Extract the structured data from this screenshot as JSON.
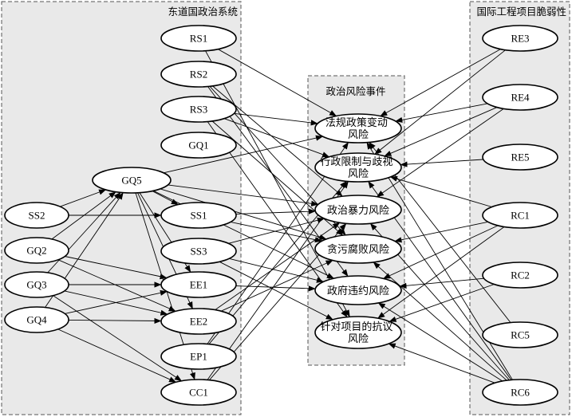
{
  "panels": {
    "left_title": "东道国政治系统",
    "middle_title": "政治风险事件",
    "right_title": "国际工程项目脆弱性"
  },
  "nodes": {
    "RS1": "RS1",
    "RS2": "RS2",
    "RS3": "RS3",
    "GQ1": "GQ1",
    "GQ5": "GQ5",
    "SS1": "SS1",
    "SS3": "SS3",
    "EE1": "EE1",
    "EE2": "EE2",
    "EP1": "EP1",
    "CC1": "CC1",
    "SS2": "SS2",
    "GQ2": "GQ2",
    "GQ3": "GQ3",
    "GQ4": "GQ4",
    "RE3": "RE3",
    "RE4": "RE4",
    "RE5": "RE5",
    "RC1": "RC1",
    "RC2": "RC2",
    "RC5": "RC5",
    "RC6": "RC6"
  },
  "risks": {
    "r1": [
      "法规政策变动",
      "风险"
    ],
    "r2": [
      "行政限制与歧视",
      "风险"
    ],
    "r3": [
      "政治暴力风险"
    ],
    "r4": [
      "贪污腐败风险"
    ],
    "r5": [
      "政府违约风险"
    ],
    "r6": [
      "针对项目的抗议",
      "风险"
    ]
  },
  "edges": [
    [
      "RS1",
      "r1"
    ],
    [
      "RS1",
      "r6"
    ],
    [
      "RS2",
      "r3"
    ],
    [
      "RS2",
      "r4"
    ],
    [
      "RS2",
      "r5"
    ],
    [
      "RS3",
      "r1"
    ],
    [
      "RS3",
      "r2"
    ],
    [
      "RS3",
      "r4"
    ],
    [
      "RS3",
      "r6"
    ],
    [
      "GQ5",
      "r1"
    ],
    [
      "GQ5",
      "r3"
    ],
    [
      "GQ5",
      "r4"
    ],
    [
      "GQ5",
      "r5"
    ],
    [
      "GQ5",
      "SS1"
    ],
    [
      "GQ5",
      "EE1"
    ],
    [
      "GQ5",
      "EE2"
    ],
    [
      "GQ5",
      "CC1"
    ],
    [
      "SS2",
      "SS1"
    ],
    [
      "SS2",
      "GQ5"
    ],
    [
      "GQ2",
      "GQ5"
    ],
    [
      "GQ2",
      "EE1"
    ],
    [
      "GQ2",
      "EE2"
    ],
    [
      "GQ3",
      "GQ5"
    ],
    [
      "GQ3",
      "EE1"
    ],
    [
      "GQ3",
      "EE2"
    ],
    [
      "GQ3",
      "CC1"
    ],
    [
      "GQ4",
      "GQ5"
    ],
    [
      "GQ4",
      "EE1"
    ],
    [
      "GQ4",
      "EE2"
    ],
    [
      "GQ4",
      "CC1"
    ],
    [
      "SS1",
      "r3"
    ],
    [
      "SS1",
      "r4"
    ],
    [
      "SS3",
      "r3"
    ],
    [
      "SS3",
      "r5"
    ],
    [
      "SS3",
      "r6"
    ],
    [
      "EE1",
      "r5"
    ],
    [
      "EE2",
      "r3"
    ],
    [
      "EE2",
      "r4"
    ],
    [
      "EP1",
      "r1"
    ],
    [
      "EP1",
      "r2"
    ],
    [
      "CC1",
      "r2"
    ],
    [
      "CC1",
      "r3"
    ],
    [
      "RE3",
      "r1"
    ],
    [
      "RE3",
      "r2"
    ],
    [
      "RE4",
      "r1"
    ],
    [
      "RE4",
      "r2"
    ],
    [
      "RE4",
      "r3"
    ],
    [
      "RE5",
      "r2"
    ],
    [
      "RC1",
      "r2"
    ],
    [
      "RC1",
      "r4"
    ],
    [
      "RC1",
      "r5"
    ],
    [
      "RC1",
      "r6"
    ],
    [
      "RC2",
      "r5"
    ],
    [
      "RC2",
      "r6"
    ],
    [
      "RC5",
      "r1"
    ],
    [
      "RC6",
      "r1"
    ],
    [
      "RC6",
      "r2"
    ],
    [
      "RC6",
      "r3"
    ],
    [
      "RC6",
      "r4"
    ],
    [
      "RC6",
      "r5"
    ],
    [
      "RC6",
      "r6"
    ]
  ]
}
